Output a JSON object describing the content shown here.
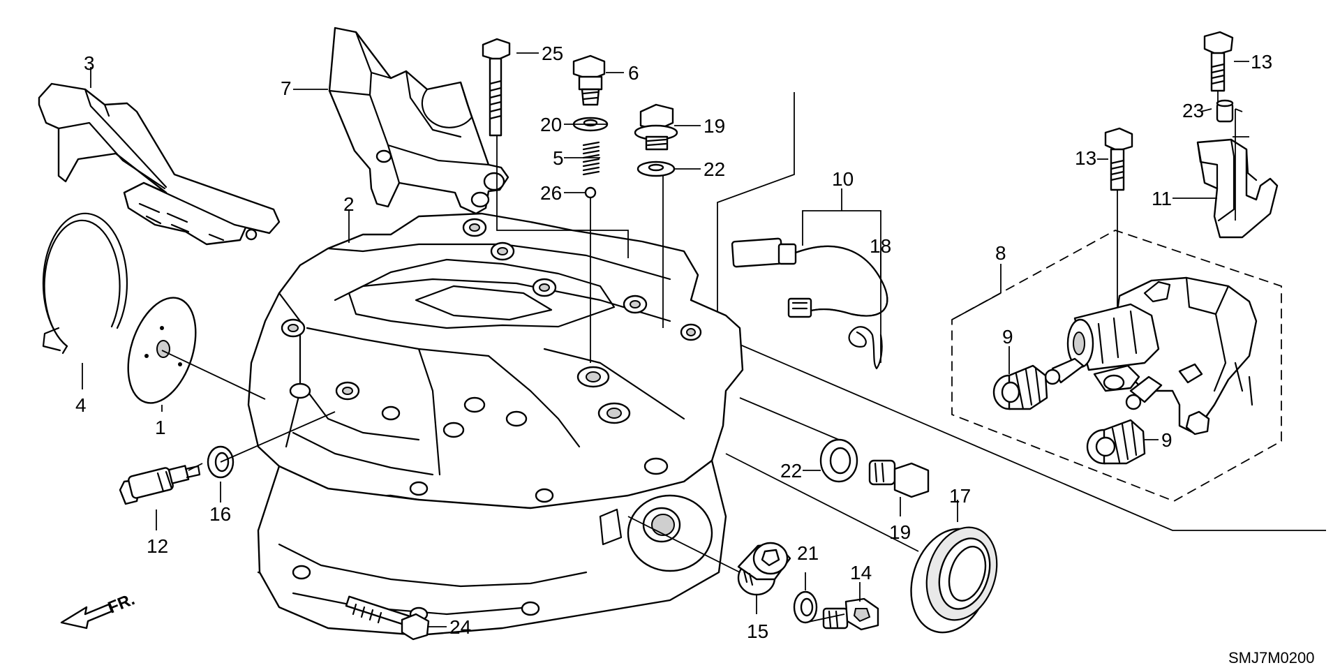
{
  "diagram_code": "SMJ7M0200",
  "direction_label": "FR.",
  "parts": [
    {
      "id": "p1",
      "number": "1"
    },
    {
      "id": "p2",
      "number": "2"
    },
    {
      "id": "p3",
      "number": "3"
    },
    {
      "id": "p4",
      "number": "4"
    },
    {
      "id": "p5",
      "number": "5"
    },
    {
      "id": "p6",
      "number": "6"
    },
    {
      "id": "p7",
      "number": "7"
    },
    {
      "id": "p8",
      "number": "8"
    },
    {
      "id": "p9a",
      "number": "9"
    },
    {
      "id": "p9b",
      "number": "9"
    },
    {
      "id": "p10",
      "number": "10"
    },
    {
      "id": "p11",
      "number": "11"
    },
    {
      "id": "p12",
      "number": "12"
    },
    {
      "id": "p13a",
      "number": "13"
    },
    {
      "id": "p13b",
      "number": "13"
    },
    {
      "id": "p14",
      "number": "14"
    },
    {
      "id": "p15",
      "number": "15"
    },
    {
      "id": "p16",
      "number": "16"
    },
    {
      "id": "p17",
      "number": "17"
    },
    {
      "id": "p18",
      "number": "18"
    },
    {
      "id": "p19a",
      "number": "19"
    },
    {
      "id": "p19b",
      "number": "19"
    },
    {
      "id": "p20",
      "number": "20"
    },
    {
      "id": "p21",
      "number": "21"
    },
    {
      "id": "p22a",
      "number": "22"
    },
    {
      "id": "p22b",
      "number": "22"
    },
    {
      "id": "p23",
      "number": "23"
    },
    {
      "id": "p24",
      "number": "24"
    },
    {
      "id": "p25",
      "number": "25"
    },
    {
      "id": "p26",
      "number": "26"
    }
  ]
}
